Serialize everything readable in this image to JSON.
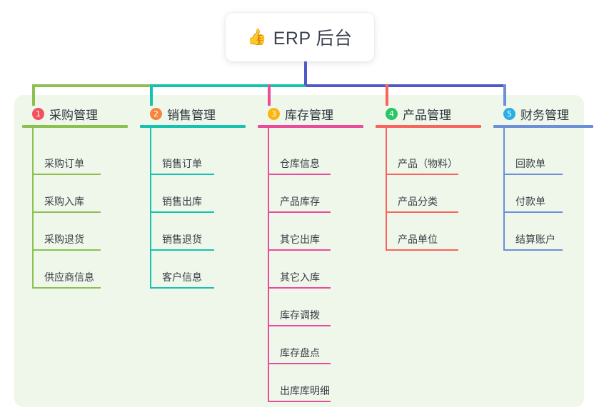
{
  "diagram": {
    "root": {
      "icon": "thumbs-up-icon",
      "emoji": "👍",
      "title": "ERP 后台"
    },
    "stem_color": "#5159c8",
    "panel_color": "#eef7e9",
    "columns": [
      {
        "number": "1",
        "title": "采购管理",
        "badge_color": "#f4515f",
        "line_color": "#8cc152",
        "items": [
          "采购订单",
          "采购入库",
          "采购退货",
          "供应商信息"
        ]
      },
      {
        "number": "2",
        "title": "销售管理",
        "badge_color": "#f5843c",
        "line_color": "#17c2b0",
        "items": [
          "销售订单",
          "销售出库",
          "销售退货",
          "客户信息"
        ]
      },
      {
        "number": "3",
        "title": "库存管理",
        "badge_color": "#fbb614",
        "line_color": "#ea4c9b",
        "items": [
          "仓库信息",
          "产品库存",
          "其它出库",
          "其它入库",
          "库存调拨",
          "库存盘点",
          "出库库明细"
        ]
      },
      {
        "number": "4",
        "title": "产品管理",
        "badge_color": "#2bc567",
        "line_color": "#f9655e",
        "items": [
          "产品（物料）",
          "产品分类",
          "产品单位"
        ]
      },
      {
        "number": "5",
        "title": "财务管理",
        "badge_color": "#2baee8",
        "line_color": "#6d8ed8",
        "items": [
          "回款单",
          "付款单",
          "结算账户"
        ]
      }
    ]
  }
}
